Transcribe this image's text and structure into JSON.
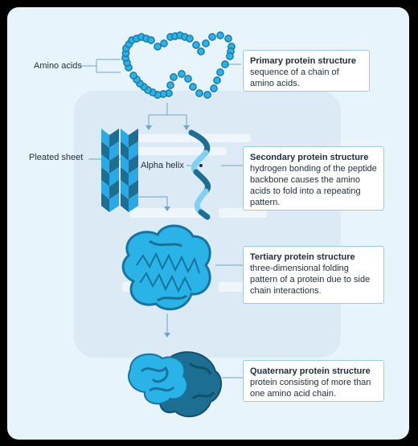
{
  "labels": {
    "amino_acids": "Amino acids",
    "pleated_sheet": "Pleated sheet",
    "alpha_helix": "Alpha helix"
  },
  "stages": [
    {
      "title": "Primary protein structure",
      "description": "sequence of a chain of amino acids."
    },
    {
      "title": "Secondary protein structure",
      "description": "hydrogen bonding of the peptide backbone causes the amino acids to fold into a repeating pattern."
    },
    {
      "title": "Tertiary protein structure",
      "description": "three-dimensional folding pattern of a protein due to side chain interactions."
    },
    {
      "title": "Quaternary protein structure",
      "description": "protein consisting of more than one amino acid chain."
    }
  ],
  "colors": {
    "panel": "#e8f4fb",
    "bead": "#29b3e6",
    "bead_outline": "#17739f",
    "sheet_light": "#2aa9e6",
    "sheet_dark": "#1d6e93",
    "helix_dark": "#1d6e93",
    "connector": "#6fa6c6"
  }
}
